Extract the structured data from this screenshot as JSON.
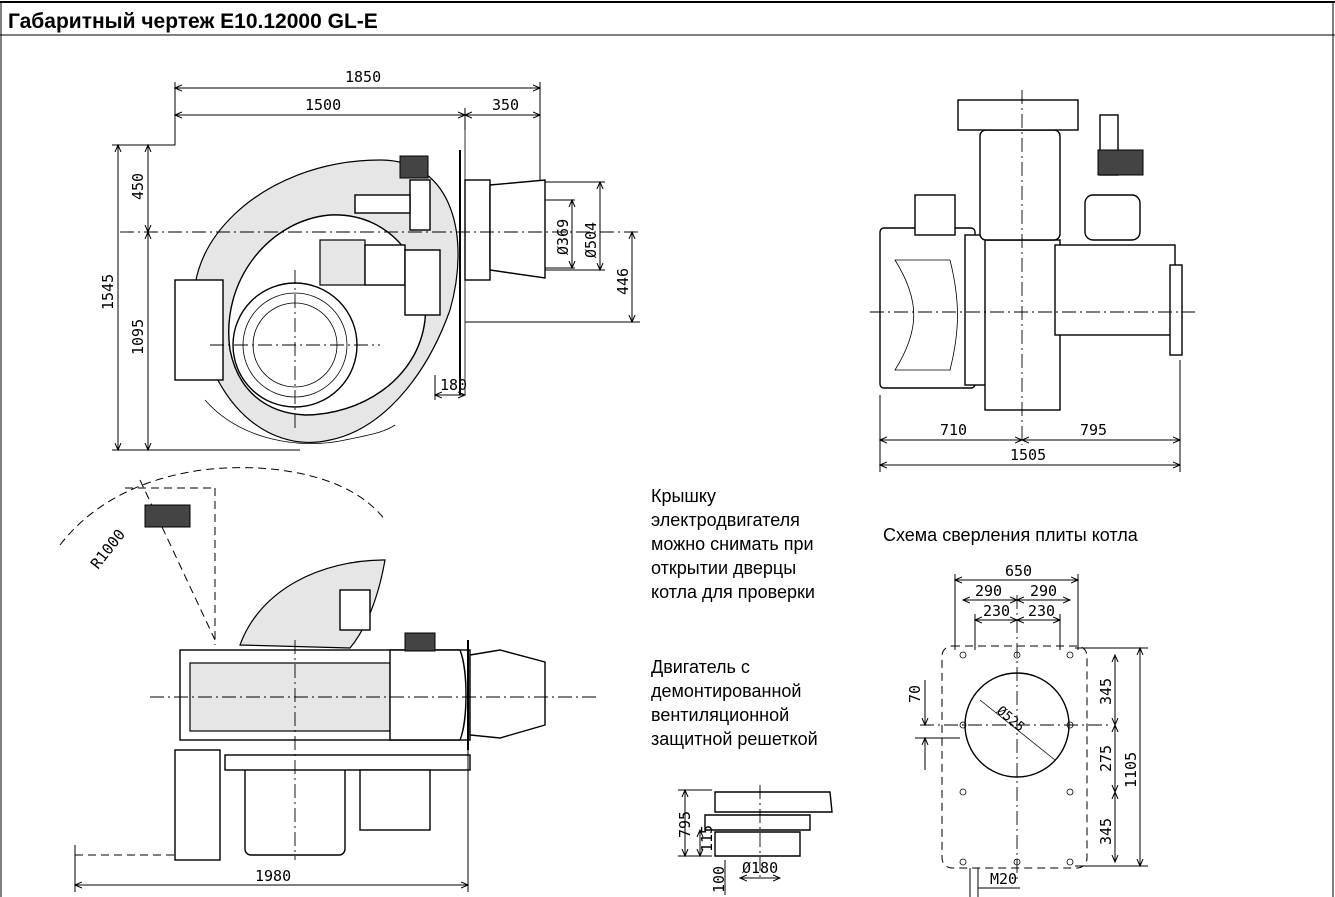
{
  "title": "Габаритный чертеж E10.12000 GL-E",
  "notes": {
    "cover": "Крышку\nэлектродвигателя\nможно снимать при\nоткрытии дверцы\nкотла для проверки",
    "motor": "Двигатель с\nдемонтированной\nвентиляционной\nзащитной решеткой",
    "drilling": "Схема сверления плиты котла"
  },
  "dims": {
    "top_view": {
      "total_width": "1850",
      "body_width": "1500",
      "head_width": "350",
      "upper_height": "450",
      "total_height": "1545",
      "lower_height": "1095",
      "head_dia_inner": "Ø369",
      "head_dia_outer": "Ø504",
      "head_offset": "446",
      "flange_gap": "180"
    },
    "end_view": {
      "left": "710",
      "right": "795",
      "total": "1505"
    },
    "side_view": {
      "radius": "R1000",
      "length": "1980"
    },
    "motor_detail": {
      "height": "795",
      "step": "115",
      "bottom": "100",
      "diameter": "Ø180"
    },
    "drilling": {
      "width": "650",
      "pitch_outer": [
        "290",
        "290"
      ],
      "pitch_inner": [
        "230",
        "230"
      ],
      "offset": "70",
      "hole_dia": "Ø525",
      "top": "345",
      "middle": "275",
      "bottom": "345",
      "height": "1105",
      "thread": "M20"
    }
  }
}
